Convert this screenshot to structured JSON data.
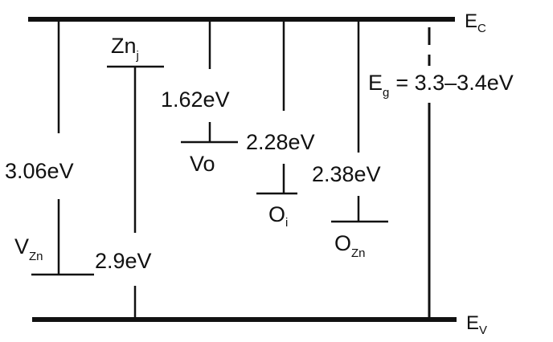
{
  "bands": {
    "conduction": {
      "symbol": "E",
      "subscript": "C"
    },
    "valence": {
      "symbol": "E",
      "subscript": "V"
    }
  },
  "gap": {
    "symbol": "E",
    "subscript": "g",
    "value": "= 3.3–3.4eV"
  },
  "defects": [
    {
      "id": "vzn",
      "symbol": "V",
      "subscript": "Zn",
      "energy": "3.06eV"
    },
    {
      "id": "znj",
      "symbol": "Zn",
      "subscript": "j",
      "energy": "2.9eV"
    },
    {
      "id": "vo",
      "symbol": "Vo",
      "subscript": "",
      "energy": "1.62eV"
    },
    {
      "id": "oi",
      "symbol": "O",
      "subscript": "i",
      "energy": "2.28eV"
    },
    {
      "id": "ozn",
      "symbol": "O",
      "subscript": "Zn",
      "energy": "2.38eV"
    }
  ],
  "colors": {
    "line": "#111111",
    "background": "#ffffff"
  }
}
